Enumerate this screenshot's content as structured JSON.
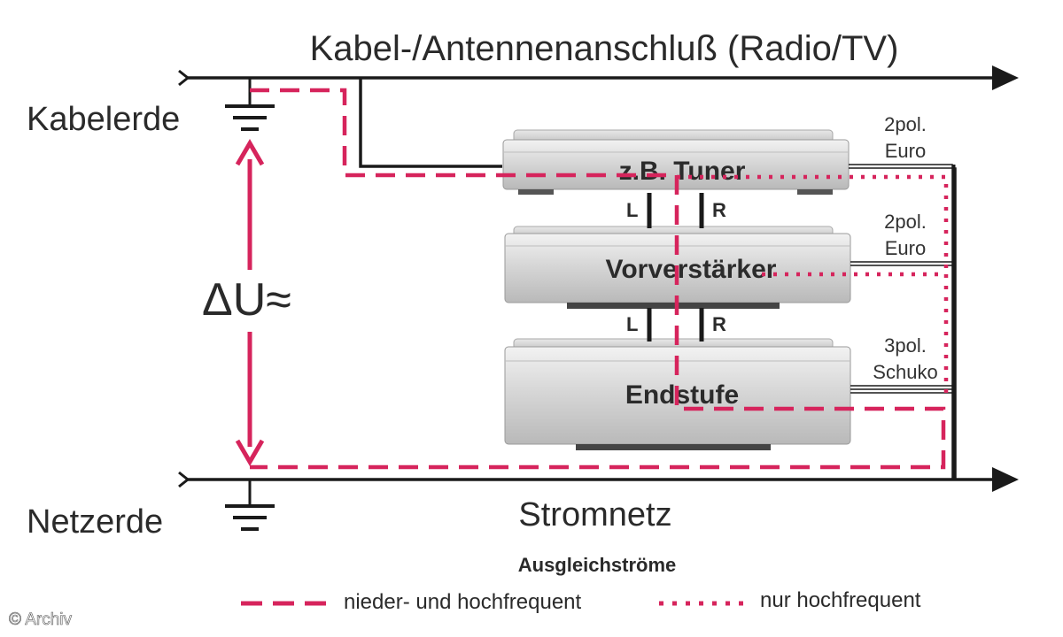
{
  "title": "Kabel-/Antennenanschluß (Radio/TV)",
  "labels": {
    "kabelerde": "Kabelerde",
    "netzerde": "Netzerde",
    "stromnetz": "Stromnetz",
    "delta_u": "ΔU≈"
  },
  "devices": [
    {
      "label": "z.B. Tuner",
      "plug_line1": "2pol.",
      "plug_line2": "Euro"
    },
    {
      "label": "Vorverstärker",
      "plug_line1": "2pol.",
      "plug_line2": "Euro"
    },
    {
      "label": "Endstufe",
      "plug_line1": "3pol.",
      "plug_line2": "Schuko"
    }
  ],
  "channels": {
    "left": "L",
    "right": "R"
  },
  "legend": {
    "title": "Ausgleichströme",
    "dashed": "nieder- und hochfrequent",
    "dotted": "nur hochfrequent"
  },
  "copyright": "© Archiv",
  "colors": {
    "current": "#d6245c",
    "line": "#1a1a1a"
  }
}
